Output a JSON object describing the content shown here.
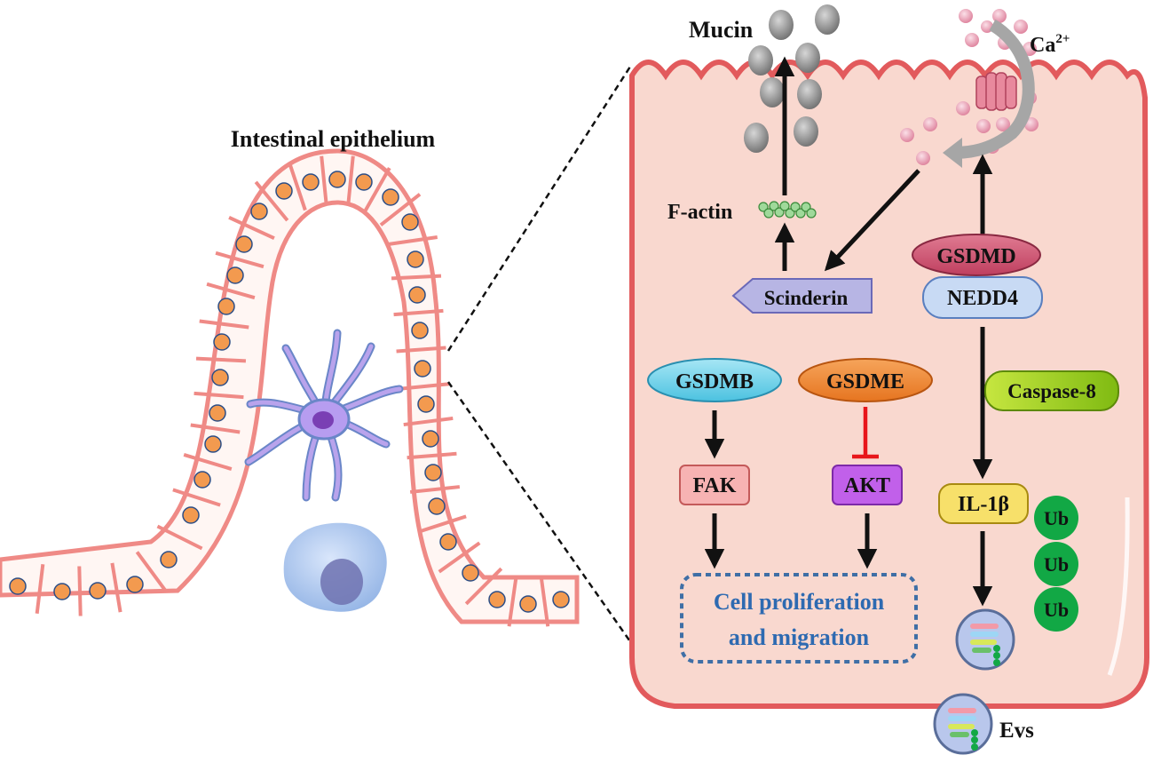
{
  "left_panel": {
    "title": "Intestinal epithelium"
  },
  "cell": {
    "labels": {
      "mucin": "Mucin",
      "calcium": "Ca",
      "calcium_sup": "2+",
      "factin": "F-actin",
      "scinderin": "Scinderin",
      "gsdmd": "GSDMD",
      "nedd4": "NEDD4",
      "caspase8": "Caspase-8",
      "gsdmb": "GSDMB",
      "gsdme": "GSDME",
      "fak": "FAK",
      "akt": "AKT",
      "il1b": "IL-1β",
      "ub1": "Ub",
      "ub2": "Ub",
      "ub3": "Ub",
      "outcome_line1": "Cell proliferation",
      "outcome_line2": "and migration",
      "evs": "Evs"
    }
  },
  "colors": {
    "membrane": "#e8706f",
    "cytoplasm": "#f9d8cf",
    "nucleus_orange": "#f39a4f",
    "mucin_gray": "#8c8c8c",
    "calcium_pink": "#eaa3b5",
    "gsdmd": "#d05874",
    "nedd4": "#c8daf4",
    "caspase8": "#a9d42a",
    "gsdmb": "#7fd6ec",
    "gsdme": "#f08a32",
    "fak": "#f5a6a6",
    "akt": "#c160ea",
    "il1b": "#f7e06a",
    "ub": "#12a845",
    "outcome_text": "#2e6ab1",
    "inhibit": "#e8161b"
  }
}
